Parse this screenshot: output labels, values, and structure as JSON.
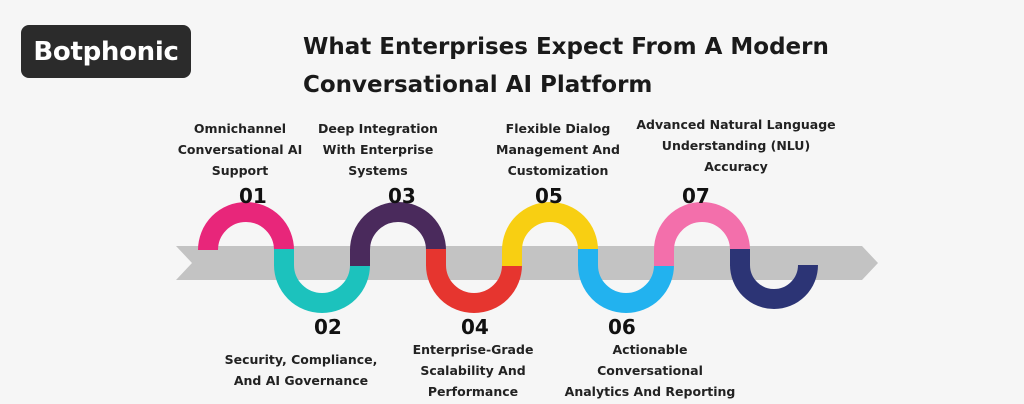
{
  "brand": {
    "name": "Botphonic"
  },
  "title": {
    "line1": "What Enterprises Expect From A Modern",
    "line2": "Conversational AI Platform"
  },
  "steps": [
    {
      "number": "01",
      "lines": [
        "Omnichannel",
        "Conversational AI",
        "Support"
      ],
      "color": "#e8267a"
    },
    {
      "number": "02",
      "lines": [
        "Security, Compliance,",
        "And AI Governance"
      ],
      "color": "#1cc2bd"
    },
    {
      "number": "03",
      "lines": [
        "Deep Integration",
        "With Enterprise",
        "Systems"
      ],
      "color": "#4a2a5c"
    },
    {
      "number": "04",
      "lines": [
        "Enterprise-Grade",
        "Scalability And",
        "Performance"
      ],
      "color": "#e6352f"
    },
    {
      "number": "05",
      "lines": [
        "Flexible Dialog",
        "Management And",
        "Customization"
      ],
      "color": "#f8cf12"
    },
    {
      "number": "06",
      "lines": [
        "Actionable",
        "Conversational",
        "Analytics And Reporting"
      ],
      "color": "#22b2ef"
    },
    {
      "number": "07",
      "lines": [
        "Advanced Natural Language",
        "Understanding (NLU)",
        "Accuracy"
      ],
      "color": "#f36fab"
    }
  ],
  "end_color": "#2c3475",
  "arrow_color": "#c3c3c3"
}
